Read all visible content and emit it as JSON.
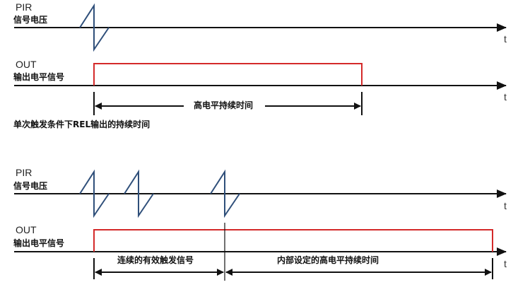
{
  "colors": {
    "axis": "#111111",
    "pir_signal": "#2f4f7a",
    "out_signal": "#d42a2a",
    "text": "#111111",
    "background": "#ffffff"
  },
  "diagram_top": {
    "pir": {
      "label_en": "PIR",
      "label_cn": "信号电压",
      "axis_label": "t"
    },
    "out": {
      "label_en": "OUT",
      "label_cn": "输出电平信号",
      "axis_label": "t"
    },
    "duration_label": "高电平持续时间",
    "caption": "单次触发条件下REL输出的持续时间"
  },
  "diagram_bottom": {
    "pir": {
      "label_en": "PIR",
      "label_cn": "信号电压",
      "axis_label": "t"
    },
    "out": {
      "label_en": "OUT",
      "label_cn": "输出电平信号",
      "axis_label": "t"
    },
    "duration_label_1": "连续的有效触发信号",
    "duration_label_2": "内部设定的高电平持续时间"
  }
}
